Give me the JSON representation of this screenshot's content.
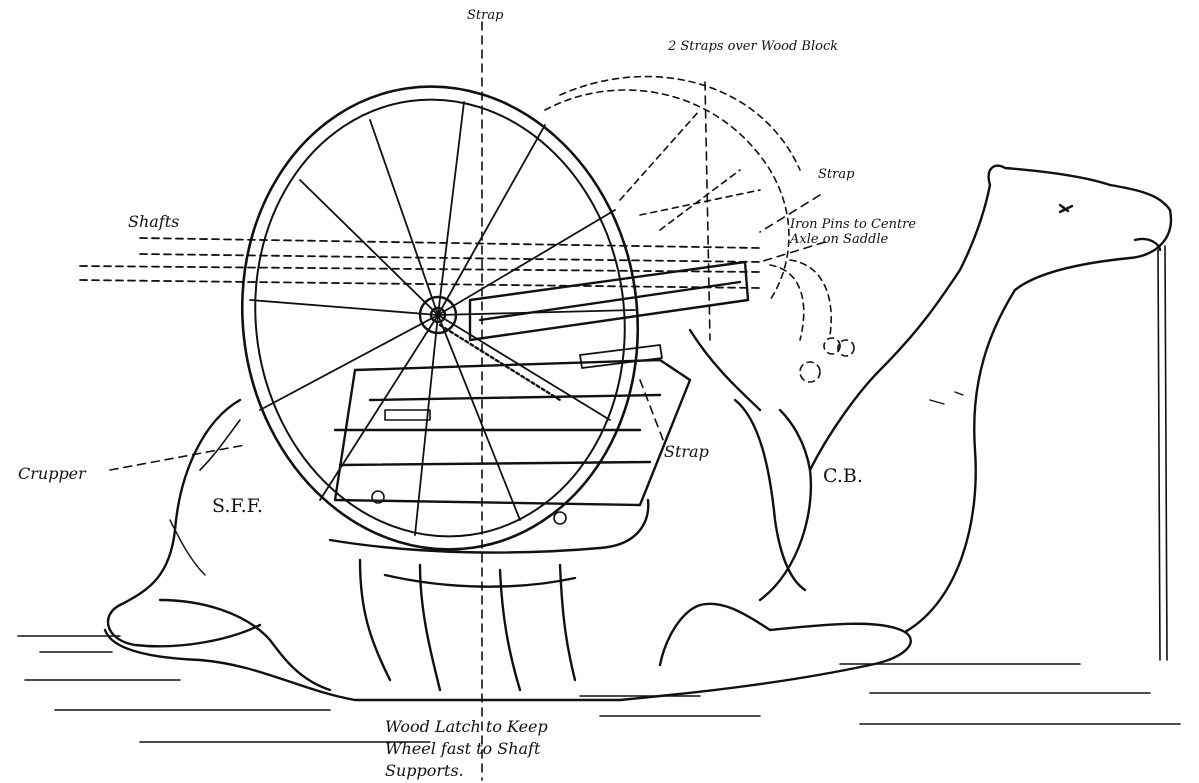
{
  "labels": {
    "strap_top": "Strap",
    "two_straps": "2 Straps over Wood Block",
    "strap_right": "Strap",
    "iron_pins_line1": "Iron Pins to Centre",
    "iron_pins_line2": "Axle on Saddle",
    "shafts": "Shafts",
    "crupper": "Crupper",
    "sff": "S.F.F.",
    "cb": "C.B.",
    "strap_lower": "Strap",
    "wood_latch_line1": "Wood Latch to Keep",
    "wood_latch_line2": "Wheel fast to Shaft",
    "wood_latch_line3": "Supports."
  },
  "colors": {
    "ink": "#111111",
    "paper": "#ffffff"
  }
}
